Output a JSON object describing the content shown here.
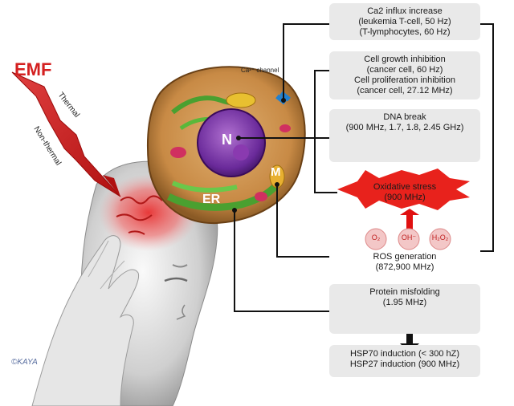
{
  "emf": {
    "label": "EMF",
    "thermal": "Thermal",
    "non_thermal": "Non-thermal"
  },
  "cell": {
    "nucleus": "N",
    "mitochondria": "M",
    "er": "ER",
    "channel_label": "Ca²⁺ channel"
  },
  "boxes": {
    "ca": {
      "line1": "Ca2 influx increase",
      "line2": "(leukemia T-cell, 50 Hz)",
      "line3": "(T-lymphocytes, 60 Hz)"
    },
    "growth": {
      "line1": "Cell growth inhibition",
      "line2": "(cancer cell, 60 Hz)",
      "line3": "Cell proliferation inhibition",
      "line4": "(cancer cell, 27.12 MHz)"
    },
    "dna": {
      "line1": "DNA break",
      "line2": "(900 MHz, 1.7, 1.8, 2.45 GHz)"
    },
    "oxidative": {
      "line1": "Oxidative stress",
      "line2": "(900 MHz)"
    },
    "ros": {
      "o2": "O₂",
      "oh": "OH⁻",
      "h2o2": "H₂O₂",
      "line1": "ROS generation",
      "line2": "(872,900 MHz)"
    },
    "protein": {
      "line1": "Protein misfolding",
      "line2": "(1.95 MHz)"
    },
    "hsp": {
      "line1": "HSP70 induction (< 300 hZ)",
      "line2": "HSP27 induction (900 MHz)"
    }
  },
  "copyright": "©KAYA",
  "colors": {
    "emf_red": "#d42020",
    "box_bg": "#e9e9e9",
    "oxidative_red": "#e8221c",
    "arrow_red": "#e01010",
    "connector": "#111111"
  }
}
